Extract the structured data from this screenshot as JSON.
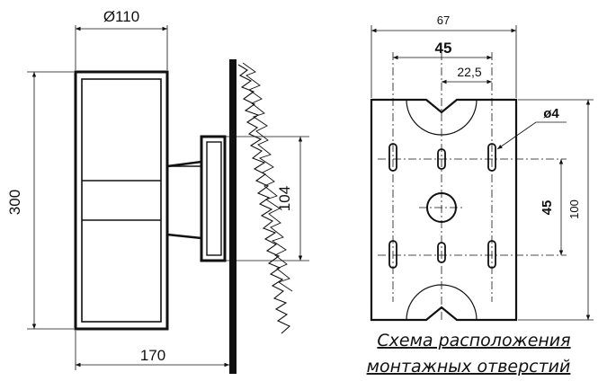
{
  "side_view": {
    "diameter_label": "Ø110",
    "height_label": "300",
    "depth_label": "170",
    "bracket_label": "104"
  },
  "plate_view": {
    "width_label": "67",
    "hole_span_label": "45",
    "half_span_label": "22,5",
    "hole_diameter_label": "ø4",
    "vertical_hole_span_label": "45",
    "plate_height_label": "100"
  },
  "caption": {
    "line1": "Схема расположения",
    "line2": "монтажных отверстий"
  }
}
